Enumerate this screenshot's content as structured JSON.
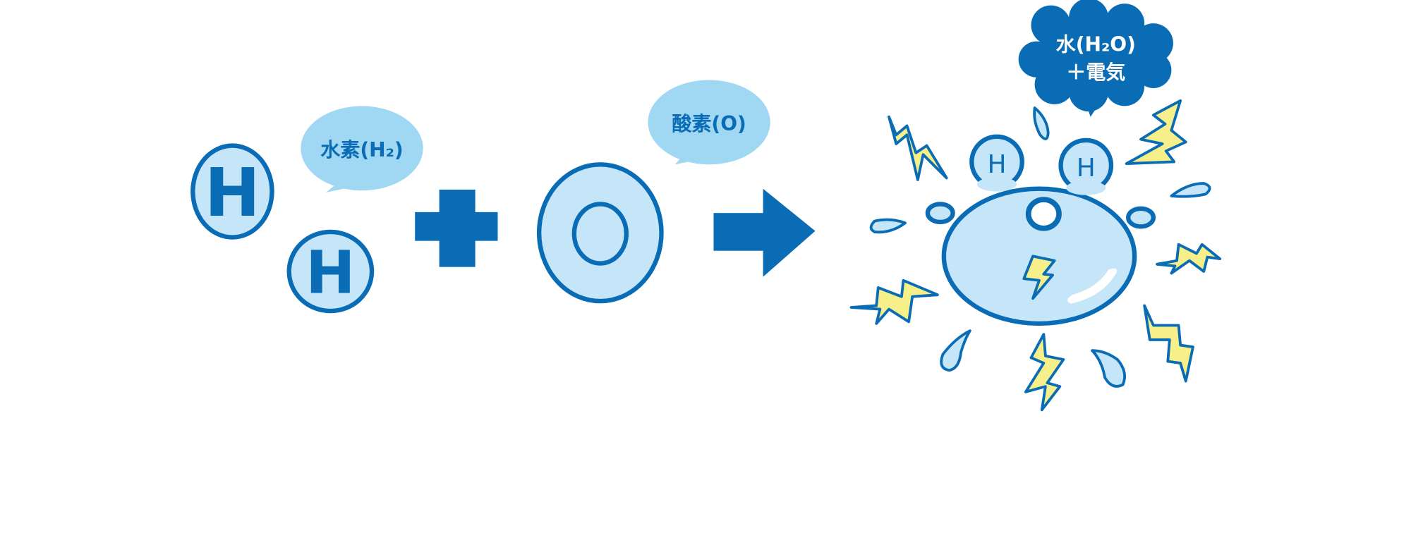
{
  "colors": {
    "outline": "#0a6cb5",
    "atom_fill": "#c5e5f8",
    "bubble_fill": "#a0d8f4",
    "bolt_fill": "#f7f08a",
    "cloud_fill": "#0a6cb5"
  },
  "hydrogen": {
    "atom_letter": "H",
    "label": "水素(H₂)"
  },
  "oxygen": {
    "atom_letter": "O",
    "label": "酸素(O)"
  },
  "water": {
    "label_line1": "水(H₂O)",
    "label_line2": "＋電気",
    "h_letter": "H",
    "o_letter": "O"
  }
}
